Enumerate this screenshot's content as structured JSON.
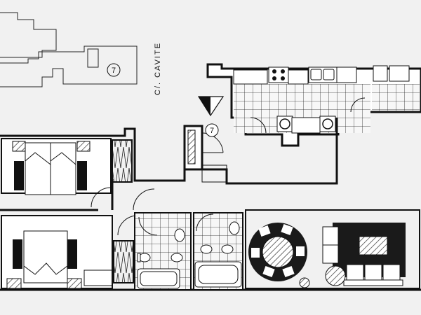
{
  "plan": {
    "street_label": "C/. CAVITE",
    "unit_number_top": "7",
    "unit_number_landing": "7"
  },
  "colors": {
    "background": "#f1f1f1",
    "ink": "#111111",
    "paper": "#fafafa",
    "wall": "#1a1a1a"
  },
  "icons": [
    "north-arrow-icon",
    "stove-icon",
    "sink-icon",
    "bed-icon",
    "toilet-icon",
    "bathtub-icon",
    "dining-table-icon",
    "sofa-icon",
    "armchair-icon"
  ]
}
